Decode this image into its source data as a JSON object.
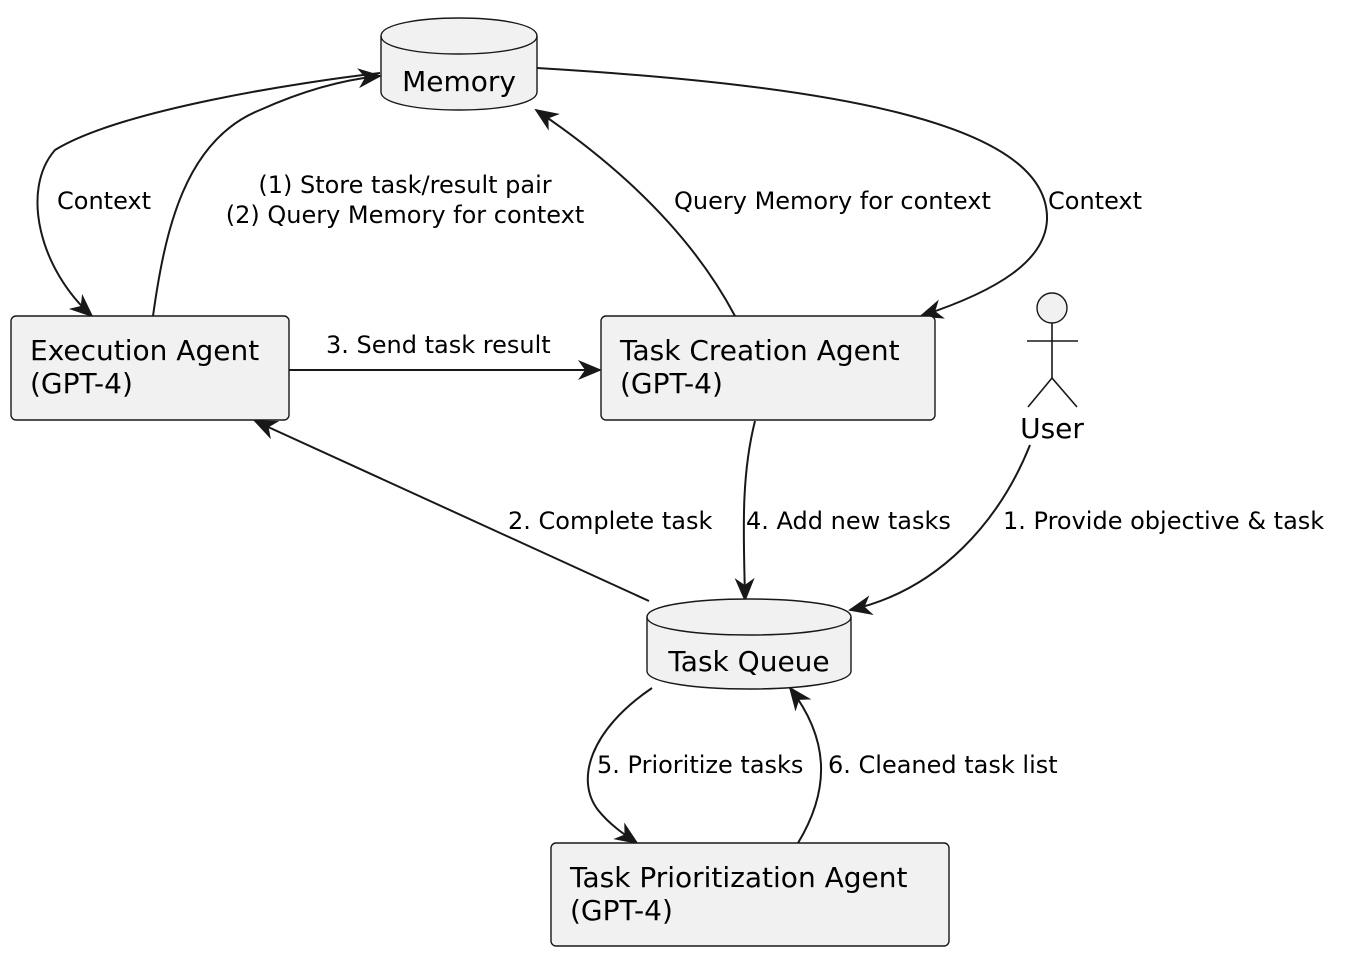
{
  "nodes": {
    "memory": {
      "label": "Memory"
    },
    "execution_agent": {
      "line1": "Execution Agent",
      "line2": "(GPT-4)"
    },
    "task_creation_agent": {
      "line1": "Task Creation Agent",
      "line2": "(GPT-4)"
    },
    "user": {
      "label": "User"
    },
    "task_queue": {
      "label": "Task Queue"
    },
    "task_prioritization_agent": {
      "line1": "Task Prioritization Agent",
      "line2": "(GPT-4)"
    }
  },
  "edges": {
    "memory_to_execution": "Context",
    "execution_to_memory": {
      "line1": "(1) Store task/result pair",
      "line2": "(2) Query Memory for context"
    },
    "creation_to_memory": "Query Memory for context",
    "memory_to_creation": "Context",
    "execution_to_creation": "3. Send task result",
    "queue_to_execution": "2. Complete task",
    "creation_to_queue": "4. Add new tasks",
    "user_to_queue": "1. Provide objective & task",
    "queue_to_prioritization": "5. Prioritize tasks",
    "prioritization_to_queue": "6. Cleaned task list"
  },
  "colors": {
    "node_fill": "#f1f1f1",
    "stroke": "#181818",
    "text": "#000000"
  }
}
